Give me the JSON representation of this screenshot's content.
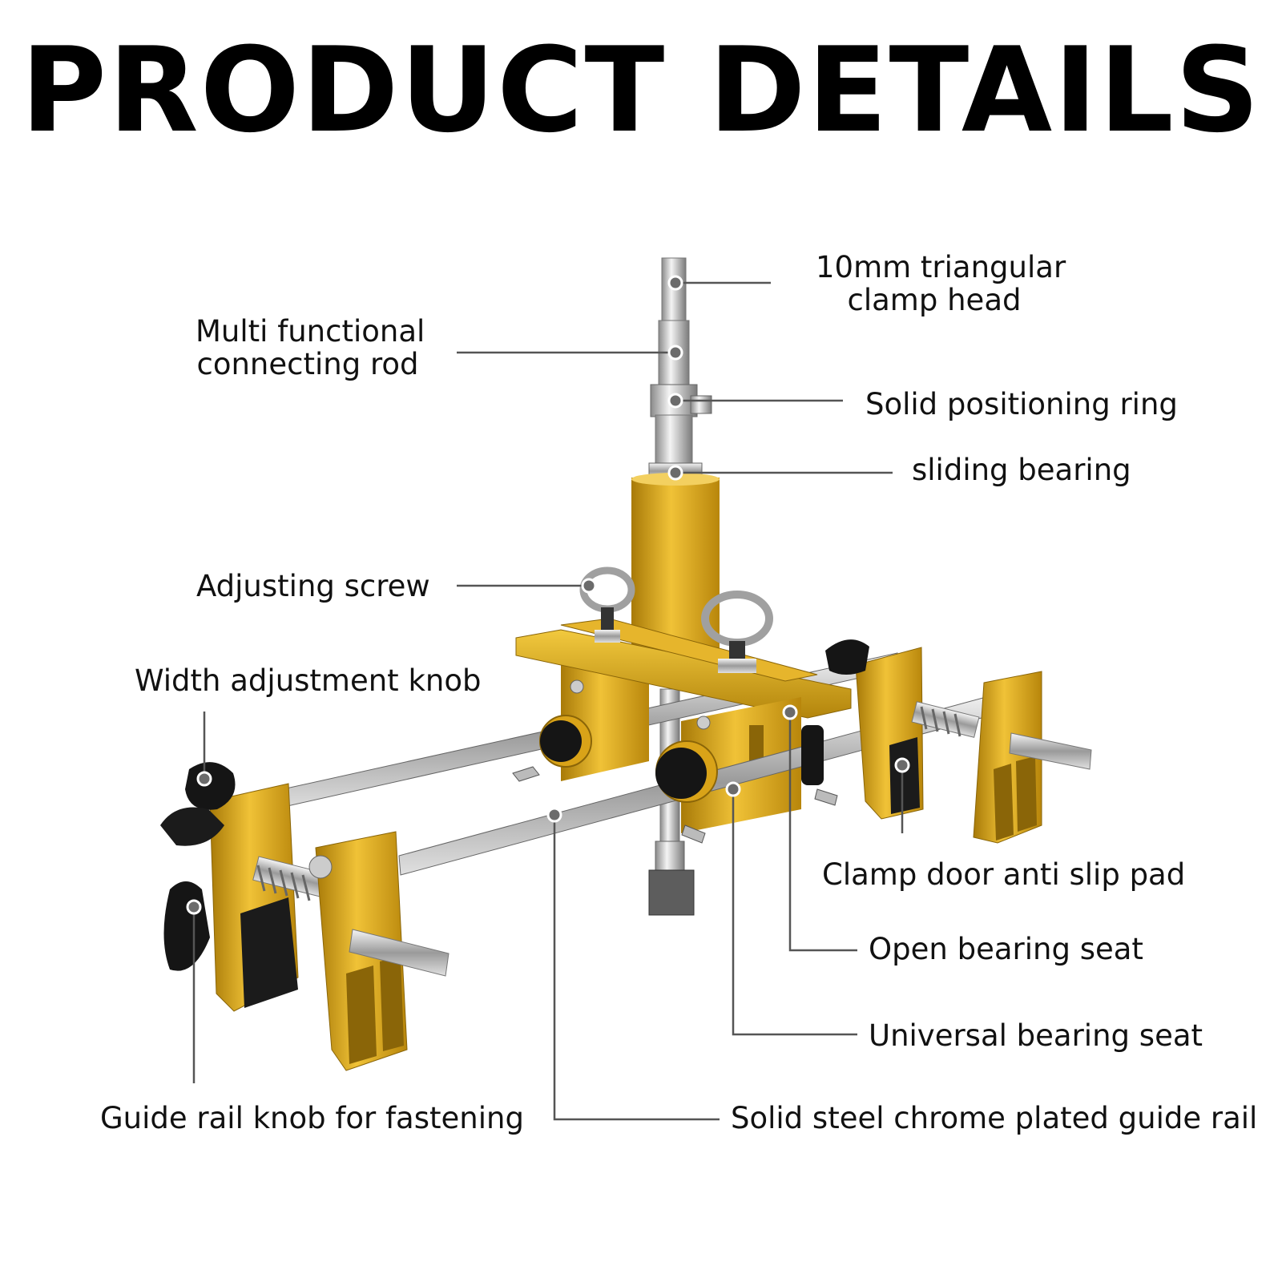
{
  "title": "PRODUCT DETAILS",
  "colors": {
    "gold": "#d9a318",
    "gold_dark": "#a87a08",
    "chrome": "#c8c8c8",
    "black": "#151515",
    "leader": "#555555"
  },
  "labels": {
    "clamp_head_l1": "10mm triangular",
    "clamp_head_l2": "clamp head",
    "connecting_rod_l1": "Multi functional",
    "connecting_rod_l2": "connecting rod",
    "positioning_ring": "Solid positioning ring",
    "sliding_bearing": "sliding bearing",
    "adjusting_screw": "Adjusting screw",
    "width_knob": "Width adjustment knob",
    "anti_slip_pad": "Clamp door anti slip pad",
    "open_seat": "Open bearing seat",
    "universal_seat": "Universal bearing seat",
    "rail_knob": "Guide rail knob for fastening",
    "guide_rail": "Solid steel chrome plated guide rail"
  }
}
